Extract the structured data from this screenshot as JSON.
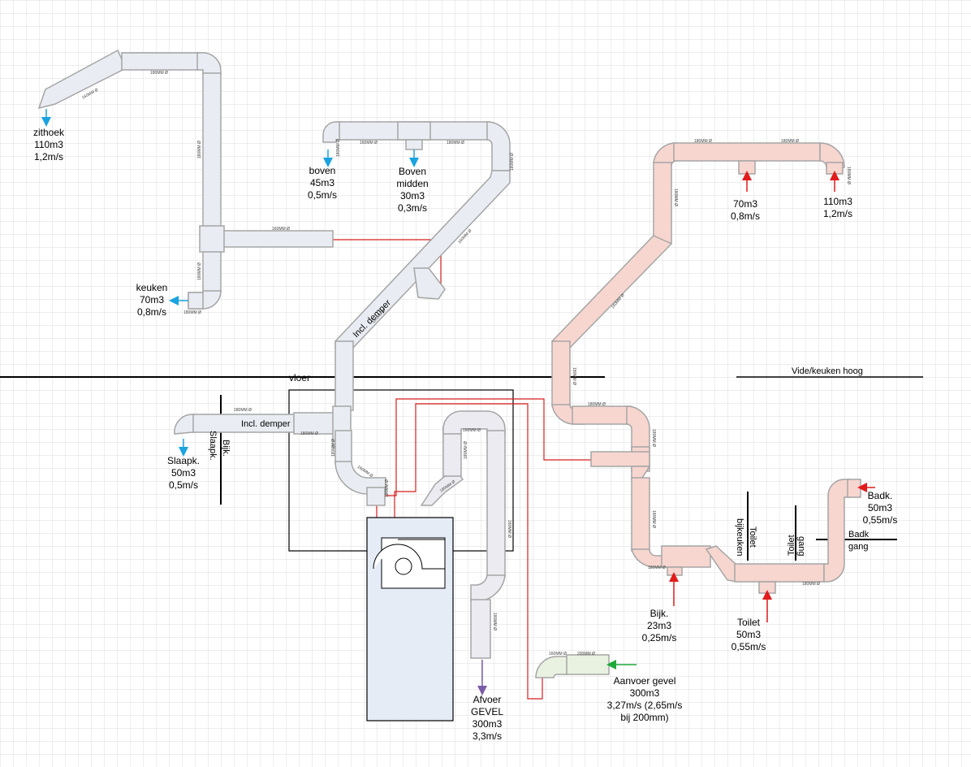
{
  "colors": {
    "grid": "#dcdcdc",
    "duct_supply": "#e9edf3",
    "duct_extract": "#f7d6d0",
    "duct_outdoor": "#e9f1e0",
    "duct_exhaust": "#ecebf1",
    "duct_stroke": "#a5a5a5",
    "unit_fill": "#e5ecf6",
    "red_line": "#d61f1f",
    "arrow_blue": "#1aa3e0",
    "arrow_red": "#e21b1b",
    "arrow_green": "#1ea83a",
    "arrow_purple": "#7a5ca8"
  },
  "labels": {
    "floor": "vloer",
    "vide": "Vide/keuken hoog",
    "demper_upper": "Incl. demper",
    "demper_left": "Incl. demper",
    "bijk_wall": "Bijk.",
    "slaapk_wall": "Slaapk.",
    "bijkeuken_wall": "bijkeuken",
    "toilet_wall_1": "Toilet",
    "toilet_wall_2": "Toilet",
    "gang_wall": "gang",
    "badk_wall": "Badk",
    "gang_wall_2": "gang"
  },
  "duct_sizes": {
    "s1": "160MM Ø",
    "s2": "180MM Ø",
    "s3": "180MM Ø",
    "s4": "160MM Ø",
    "s5": "180MM Ø",
    "s6": "180MM Ø",
    "s7": "180MM Ø",
    "s8": "160MM Ø",
    "s9": "180MM Ø",
    "s10": "180MM Ø",
    "s11": "160MM Ø",
    "s12": "180MM Ø",
    "s13": "180MM Ø",
    "s14": "180MM Ø",
    "s15": "180MM Ø",
    "s16": "160MM Ø",
    "s17": "180MM Ø",
    "s18": "160MM Ø",
    "s19": "180MM Ø",
    "s20": "180MM Ø",
    "s21": "180MM Ø",
    "s22": "180MM Ø",
    "s23": "180MM Ø",
    "s24": "180MM Ø",
    "s25": "180MM Ø",
    "s26": "180MM Ø",
    "s27": "160MM Ø",
    "s28": "180MM Ø",
    "s29": "180MM Ø",
    "s30": "160MM Ø",
    "s31": "200MM Ø",
    "s32": "180MM Ø",
    "s33": "180MM Ø",
    "s34": "180MM Ø",
    "s35": "180MM Ø"
  },
  "terminals": {
    "zithoek": {
      "l1": "zithoek",
      "l2": "110m3",
      "l3": "1,2m/s"
    },
    "boven": {
      "l1": "boven",
      "l2": "45m3",
      "l3": "0,5m/s"
    },
    "boven_midden": {
      "l1": "Boven",
      "l2": "midden",
      "l3": "30m3",
      "l4": "0,3m/s"
    },
    "keuken": {
      "l1": "keuken",
      "l2": "70m3",
      "l3": "0,8m/s"
    },
    "slaapk": {
      "l1": "Slaapk.",
      "l2": "50m3",
      "l3": "0,5m/s"
    },
    "ex70": {
      "l1": "70m3",
      "l2": "0,8m/s"
    },
    "ex110": {
      "l1": "110m3",
      "l2": "1,2m/s"
    },
    "badk": {
      "l1": "Badk.",
      "l2": "50m3",
      "l3": "0,55m/s"
    },
    "bijk": {
      "l1": "Bijk.",
      "l2": "23m3",
      "l3": "0,25m/s"
    },
    "toilet": {
      "l1": "Toilet",
      "l2": "50m3",
      "l3": "0,55m/s"
    },
    "afvoer": {
      "l1": "Afvoer",
      "l2": "GEVEL",
      "l3": "300m3",
      "l4": "3,3m/s"
    },
    "aanvoer": {
      "l1": "Aanvoer gevel",
      "l2": "300m3",
      "l3": "3,27m/s (2,65m/s",
      "l4": "bij 200mm)"
    }
  }
}
